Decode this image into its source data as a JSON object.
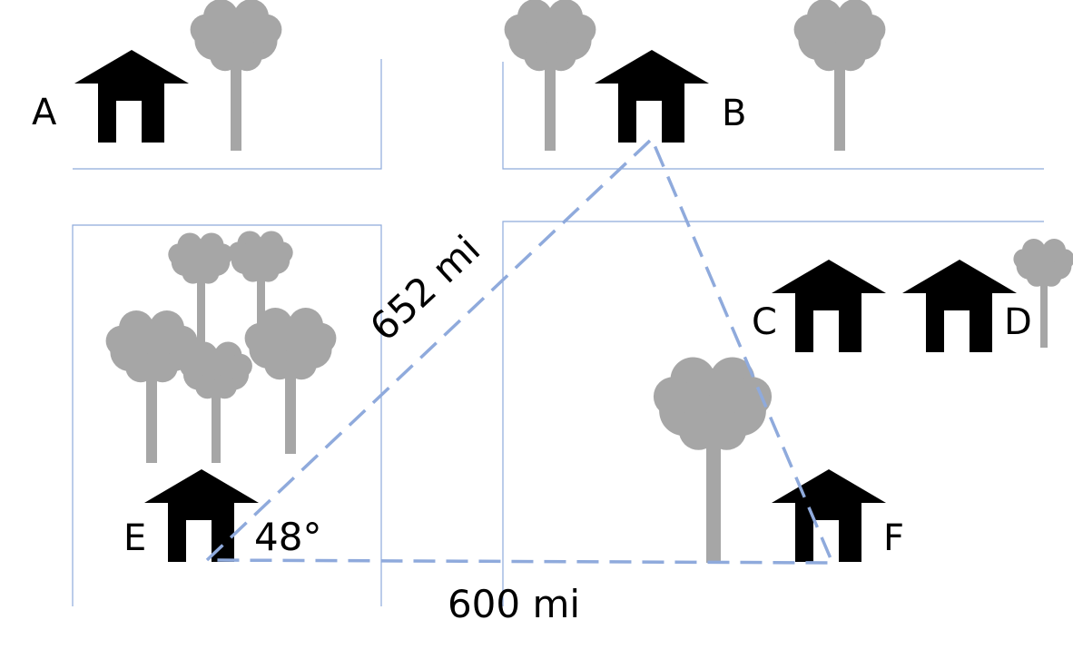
{
  "labels": {
    "a": "A",
    "b": "B",
    "c": "C",
    "d": "D",
    "e": "E",
    "f": "F"
  },
  "measurements": {
    "side_eb": "652 mi",
    "side_ef": "600 mi",
    "angle_e": "48°"
  },
  "colors": {
    "road": "#8eaadb",
    "triangle": "#8faadc",
    "tree": "#a6a6a6",
    "house": "#000000"
  }
}
